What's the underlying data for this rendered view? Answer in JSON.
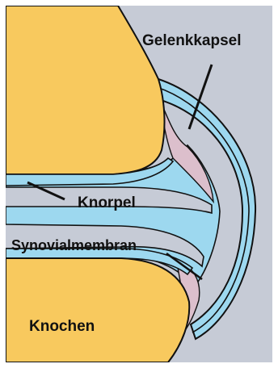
{
  "labels": {
    "joint_capsule": "Gelenkkapsel",
    "cartilage": "Knorpel",
    "synovial_membrane": "Synovialmembran",
    "bone": "Knochen"
  },
  "colors": {
    "background": "#c6cbd6",
    "bone": "#f8c95e",
    "cartilage": "#9dd8ef",
    "synovial_fluid": "#9dd8ef",
    "synovial_membrane": "#dcbfcc",
    "outline": "#111111",
    "frame": "#ffffff"
  }
}
